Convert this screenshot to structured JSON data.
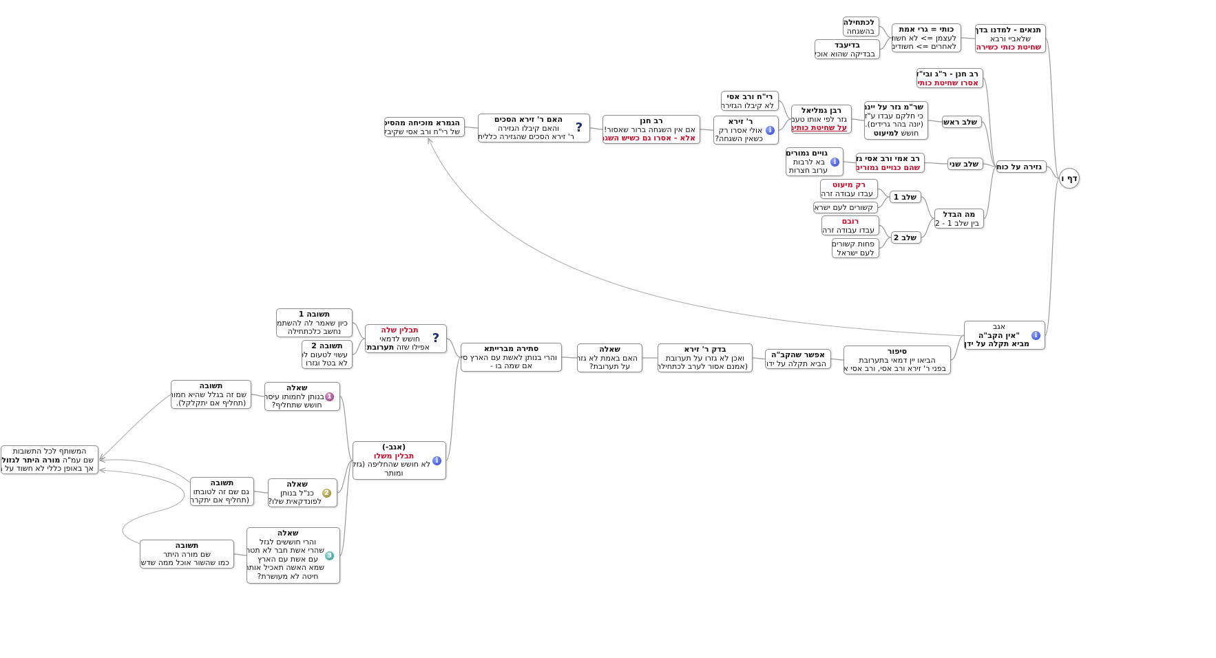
{
  "root": "דף ו",
  "nodes": {
    "tanaim": {
      "l1": "תנאים - למדנו בדף ג",
      "l2": "שלאביי ורבא",
      "l3": "שחיטת כותי כשירה"
    },
    "kuti": {
      "l1": "כותי = גרי אמת",
      "l2": "לעצמן => לא חשודים",
      "l3": "לאחרים => חשודים"
    },
    "lechatchila": {
      "l1": "לכתחילה",
      "l2": "בהשגחה"
    },
    "bediavad": {
      "l1": "בדיעבד",
      "l2": "בבדיקה שהוא אוכל"
    },
    "gzeira": {
      "l1": "גזירה על כותי"
    },
    "ravchanan": {
      "l1": "רב חנן - ר\"ג ובי\"ד",
      "l2": "אסרו שחיטת כותי"
    },
    "shlav1": {
      "l1": "שלב ראשון"
    },
    "shrm": {
      "l1": "שר\"מ גזר על יינם",
      "l2": "כי חלקם עבדו ע\"ז",
      "l3": "(יונה בהר גרידים).",
      "l4a": "חושש ",
      "l4b": "למיעוט"
    },
    "rg": {
      "l1": "רבן גמליאל",
      "l2": "גזר לפי אותו טעם",
      "l3": "על שחיטת כותים"
    },
    "rich": {
      "l1": "רי\"ח ורב אסי",
      "l2": "לא קיבלו הגזירה"
    },
    "rzeira": {
      "l1": "ר' זירא",
      "l2": "אולי אסרו רק",
      "l3": "כשאין השגחה?"
    },
    "ravchanan2": {
      "l1": "רב חנן",
      "l2": "אם אין השגחה ברור שאסור!",
      "l3": "אלא - אסרו גם כשיש השגחה!"
    },
    "haim": {
      "l1": "האם ר' זירא הסכים",
      "l2": "והאם קיבלו הגזירה",
      "l3": "ר' זירא הסכים שהגזירה כללית"
    },
    "gmara": {
      "l1": "הגמרא מוכיחה מהסיפור",
      "l2": "של רי\"ח ורב אסי שקיבלו"
    },
    "shlav2": {
      "l1": "שלב שני"
    },
    "ravami": {
      "l1": "רב אמי ורב אסי גזרו",
      "l2": "שהם כגויים גמורים"
    },
    "goyim": {
      "l1": "גויים גמורים",
      "l2": "בא לרבות",
      "l3": "ערוב חצרות"
    },
    "mahahevdel": {
      "l1": "מה הבדל",
      "l2": "בין שלב 1 - 2"
    },
    "s1": {
      "l1": "שלב 1"
    },
    "s2": {
      "l1": "שלב 2"
    },
    "rakmiut": {
      "l1": "רק מיעוט",
      "l2": "עבדו עבודה זרה"
    },
    "keshurim": {
      "l1": "קשורים לעם ישראל"
    },
    "rubam": {
      "l1": "רובם",
      "l2": "עבדו עבודה זרה"
    },
    "pachot": {
      "l1": "פחות קשורים",
      "l2": "לעם ישראל"
    },
    "agav": {
      "l1": "אגב",
      "l2": "\"אין הקב\"ה",
      "l3": "מביא תקלה על ידן\""
    },
    "sipur": {
      "l1": "סיפור",
      "l2": "הביאו יין דמאי בתערובת",
      "l3": "בפני ר' זירא ורב אסי, ורב אסי אכל"
    },
    "efshar": {
      "l1": "אפשר שהקב\"ה",
      "l2": "הביא תקלה על ידו?"
    },
    "badak": {
      "l1": "בדק ר' זירא",
      "l2": "ואכן לא גזרו על תערובת",
      "l3": "(אמנם אסור לערב לכתחילה)."
    },
    "sheela": {
      "l1": "שאלה",
      "l2": "האם באמת לא גזרו",
      "l3": "על תערובת?"
    },
    "stira": {
      "l1": "סתירה מברייתא",
      "l2": "והרי בנותן לאשת עם הארץ סיר,",
      "l3": "אם שמה בו -"
    },
    "tavlin": {
      "l1": "תבלין שלה",
      "l2": "חושש לדמאי",
      "l3a": "אפילו שזה ",
      "l3b": "תערובת!"
    },
    "tshuva1": {
      "l1": "תשובה 1",
      "l2": "כיון שאמר לה להשתמש",
      "l3": "נחשב כלכתחילה"
    },
    "tshuva2": {
      "l1": "תשובה 2",
      "l2": "עשוי לטעום לכן",
      "l3": "לא בטל וגזרו"
    },
    "agab": {
      "l1": "(אגב-)",
      "l2": "תבלין משלו",
      "l3": "לא חושש שהחליפה (גזל)",
      "l4": "ומותר"
    },
    "q1": {
      "l1": "שאלה",
      "l2": "בנותן לחמותו עיסה",
      "l3": "חושש שתחליף?"
    },
    "q2": {
      "l1": "שאלה",
      "l2": "כנ\"ל בנותן",
      "l3": "לפונדקאית שלו?"
    },
    "q3": {
      "l1": "שאלה",
      "l2": "והרי חוששים לגזל",
      "l3": "שהרי אשת חבר לא תטחן",
      "l4": "עם אשת עם הארץ",
      "l5": "שמא האשה תאכיל אותה",
      "l6": "חיטה לא מעושרת?"
    },
    "a1": {
      "l1": "תשובה",
      "l2": "שם זה בגלל שהיא חמותו",
      "l3": "(תחליף אם יתקלקל)."
    },
    "a2": {
      "l1": "תשובה",
      "l2": "גם שם זה לטובתו",
      "l3": "(תחליף אם יתקרר)"
    },
    "a3": {
      "l1": "תשובה",
      "l2": "שם מורה היתר",
      "l3": "כמו שהשור אוכל ממה שדש בו"
    },
    "common": {
      "l1": "המשותף לכל התשובות",
      "l2a": "שם עמ\"ה ",
      "l2b": "מורה היתר לגזול",
      "l3": "אך באופן כללי לא חשוד על גזל"
    }
  },
  "icons": {
    "info": "i",
    "question": "?",
    "num1": "1",
    "num2": "2",
    "num3": "3"
  },
  "colors": {
    "emphasis": "#c8102e",
    "line": "#9a9a9a",
    "border": "#8c8c8c"
  }
}
